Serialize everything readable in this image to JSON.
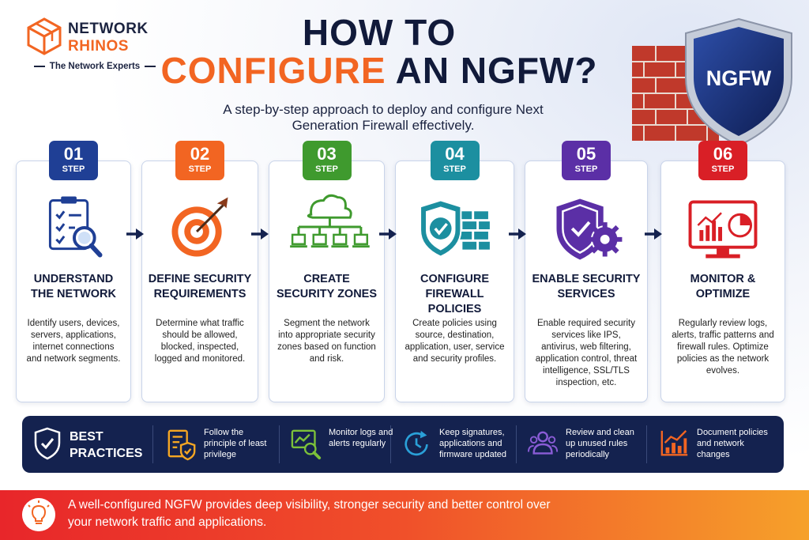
{
  "brand": {
    "name_line1": "NETWORK",
    "name_line2": "RHINOS",
    "tagline": "The Network Experts"
  },
  "header": {
    "title_line1": "HOW TO",
    "title_line2_accent": "CONFIGURE",
    "title_line2_rest": " AN NGFW?",
    "subtitle": "A step-by-step approach to deploy and configure Next Generation Firewall effectively.",
    "shield_label": "NGFW"
  },
  "steps": [
    {
      "number": "01",
      "label": "STEP",
      "color": "#1f3f95",
      "icon": "checklist-magnifier-icon",
      "title": "UNDERSTAND THE NETWORK",
      "description": "Identify users, devices, servers, applications, internet connections and network segments."
    },
    {
      "number": "02",
      "label": "STEP",
      "color": "#f26522",
      "icon": "target-dart-icon",
      "title": "DEFINE SECURITY REQUIREMENTS",
      "description": "Determine what traffic should be allowed, blocked, inspected, logged and monitored."
    },
    {
      "number": "03",
      "label": "STEP",
      "color": "#3f9a2e",
      "icon": "cloud-network-icon",
      "title": "CREATE SECURITY ZONES",
      "description": "Segment the network into appropriate security zones based on function and risk."
    },
    {
      "number": "04",
      "label": "STEP",
      "color": "#1c8fa0",
      "icon": "shield-firewall-icon",
      "title": "CONFIGURE FIREWALL POLICIES",
      "description": "Create policies using source, destination, application, user, service and security profiles."
    },
    {
      "number": "05",
      "label": "STEP",
      "color": "#5b2fa6",
      "icon": "shield-gear-icon",
      "title": "ENABLE SECURITY SERVICES",
      "description": "Enable required security services like IPS, antivirus, web filtering, application control, threat intelligence, SSL/TLS inspection, etc."
    },
    {
      "number": "06",
      "label": "STEP",
      "color": "#d91f26",
      "icon": "monitor-chart-icon",
      "title": "MONITOR & OPTIMIZE",
      "description": "Regularly review logs, alerts, traffic patterns and firewall rules. Optimize policies as the network evolves."
    }
  ],
  "best_practices": {
    "title": "BEST PRACTICES",
    "items": [
      {
        "icon": "checklist-shield-icon",
        "color": "#f5a623",
        "text": "Follow the principle of least privilege"
      },
      {
        "icon": "monitor-search-icon",
        "color": "#7cc13a",
        "text": "Monitor logs and alerts regularly"
      },
      {
        "icon": "refresh-clock-icon",
        "color": "#2aa0d8",
        "text": "Keep signatures, applications and firmware updated"
      },
      {
        "icon": "users-icon",
        "color": "#8a5cd6",
        "text": "Review and clean up unused rules periodically"
      },
      {
        "icon": "chart-trend-icon",
        "color": "#f26522",
        "text": "Document policies and network changes"
      }
    ]
  },
  "footer": {
    "icon": "lightbulb-icon",
    "text": "A well-configured NGFW provides deep visibility, stronger security and better control over your network traffic and applications."
  }
}
